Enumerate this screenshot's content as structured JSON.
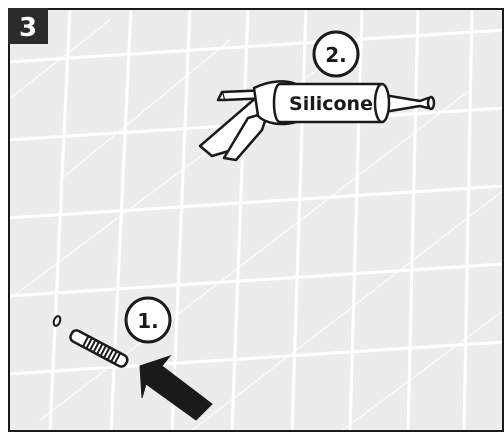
{
  "step": {
    "number": "3"
  },
  "callouts": [
    {
      "label": "1."
    },
    {
      "label": "2."
    }
  ],
  "caulk_gun": {
    "label": "Silicone"
  },
  "colors": {
    "tile_background": "#ececec",
    "grout": "#ffffff",
    "outline": "#1a1a1a",
    "badge": "#2b2b2b"
  }
}
